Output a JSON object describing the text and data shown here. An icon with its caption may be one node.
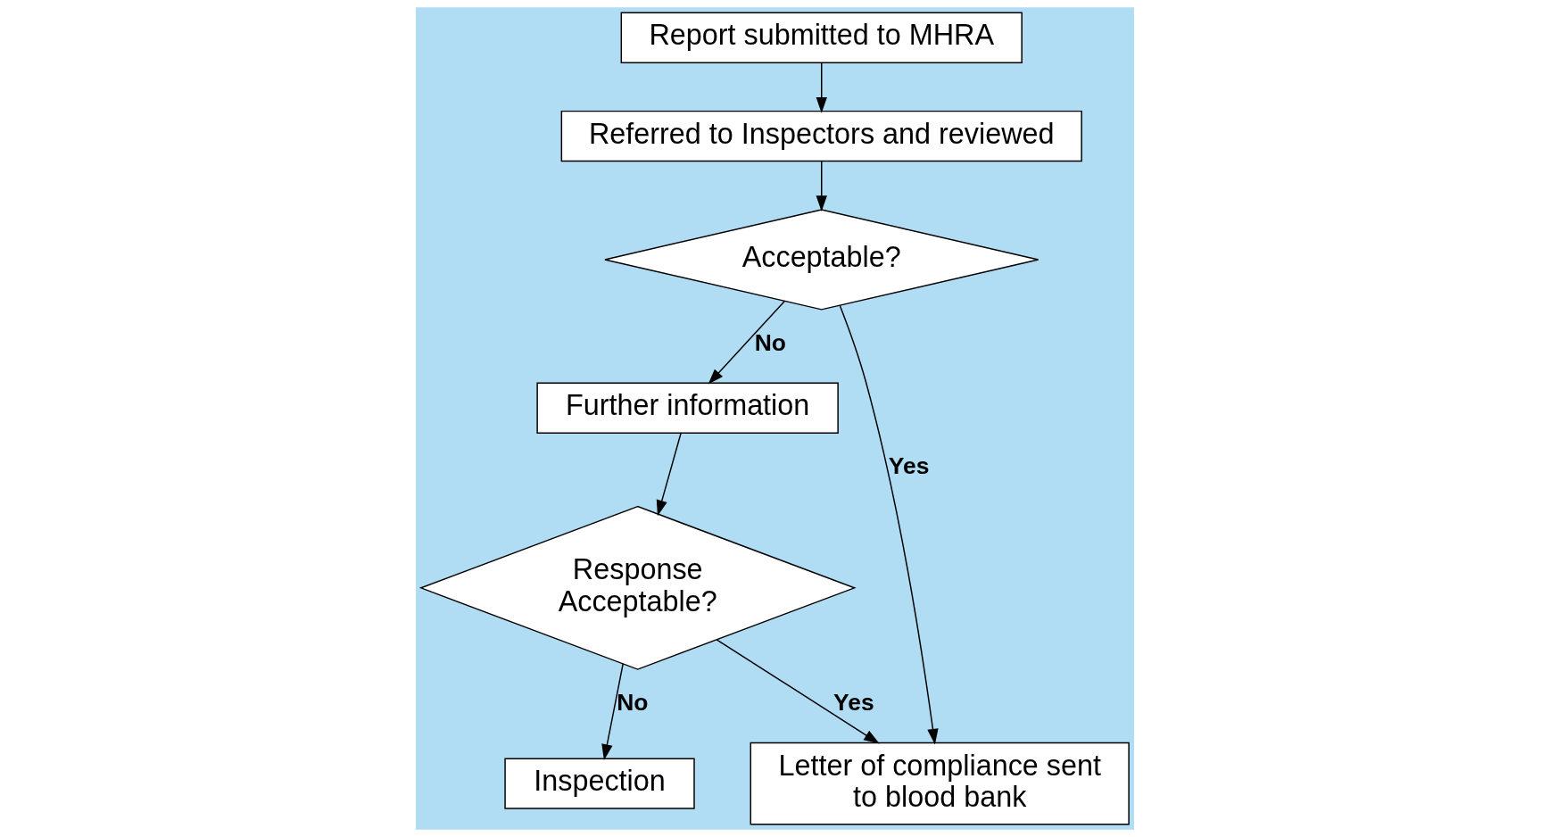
{
  "diagram": {
    "nodes": [
      {
        "text": [
          "Report submitted to MHRA"
        ]
      },
      {
        "text": [
          "Referred to Inspectors and reviewed"
        ]
      },
      {
        "text": [
          "Acceptable?"
        ]
      },
      {
        "text": [
          "Further information"
        ]
      },
      {
        "text": [
          "Response Acceptable?"
        ]
      },
      {
        "text": [
          "Letter of compliance sent to blood bank"
        ]
      },
      {
        "text": [
          "Inspection"
        ]
      }
    ],
    "edges": [
      {
        "from": 0,
        "to": 1,
        "arrow": "to"
      },
      {
        "from": 1,
        "to": 2,
        "arrow": "to"
      },
      {
        "from": 2,
        "to": 3,
        "label": "No",
        "arrow": "to"
      },
      {
        "from": 2,
        "to": 5,
        "label": "Yes",
        "arrow": "to"
      },
      {
        "from": 3,
        "to": 4,
        "arrow": "to"
      },
      {
        "from": 4,
        "to": 5,
        "label": "Yes",
        "arrow": "to"
      },
      {
        "from": 4,
        "to": 6,
        "label": "No",
        "arrow": "to"
      }
    ]
  }
}
